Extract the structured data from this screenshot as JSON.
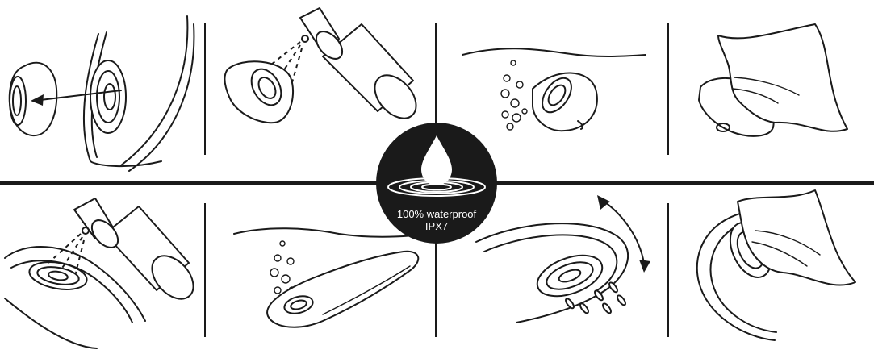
{
  "badge": {
    "line1": "100% waterproof",
    "line2": "IPX7",
    "icon": "water-drop-ripple-icon",
    "color": "#1a1a1a",
    "text_color": "#ffffff"
  },
  "panels": [
    {
      "id": "remove-cap",
      "icon": "detach-head-icon"
    },
    {
      "id": "spray-head",
      "icon": "spray-bottle-icon"
    },
    {
      "id": "rinse-head",
      "icon": "submerge-icon"
    },
    {
      "id": "dry-head",
      "icon": "cloth-dry-icon"
    },
    {
      "id": "spray-device",
      "icon": "spray-bottle-icon"
    },
    {
      "id": "submerge-device",
      "icon": "submerge-icon"
    },
    {
      "id": "shake-device",
      "icon": "shake-drip-icon"
    },
    {
      "id": "dry-device",
      "icon": "cloth-dry-icon"
    }
  ]
}
